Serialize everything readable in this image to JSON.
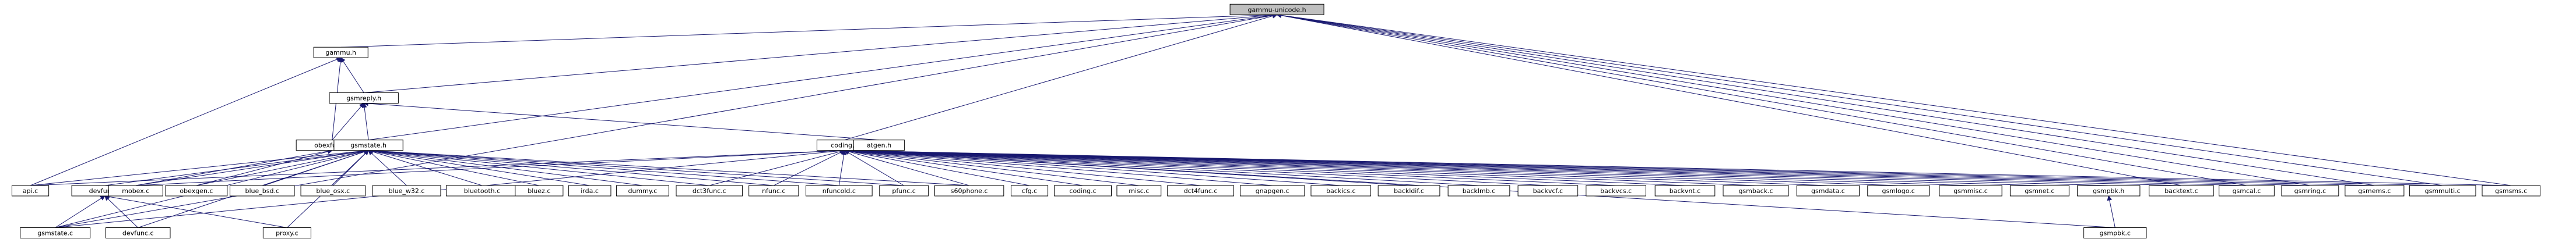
{
  "colors": {
    "node_fill": "#ffffff",
    "node_border": "#000000",
    "root_fill": "#bfbfbf",
    "highlight_border": "#ff0000",
    "edge": "#191970"
  },
  "root": "gammu-unicode.h",
  "nodes": [
    {
      "id": "root",
      "label": "gammu-unicode.h"
    },
    {
      "id": "gammu",
      "label": "gammu.h"
    },
    {
      "id": "gsmreply",
      "label": "gsmreply.h"
    },
    {
      "id": "obexfunc",
      "label": "obexfunc.h"
    },
    {
      "id": "gsmstate_h",
      "label": "gsmstate.h",
      "highlight": true
    },
    {
      "id": "coding",
      "label": "coding.h"
    },
    {
      "id": "atgen",
      "label": "atgen.h"
    },
    {
      "id": "api",
      "label": "api.c"
    },
    {
      "id": "devfunc_h",
      "label": "devfunc.h"
    },
    {
      "id": "mobex",
      "label": "mobex.c"
    },
    {
      "id": "obexgen",
      "label": "obexgen.c"
    },
    {
      "id": "blue_bsd",
      "label": "blue_bsd.c"
    },
    {
      "id": "blue_osx",
      "label": "blue_osx.c"
    },
    {
      "id": "blue_w32",
      "label": "blue_w32.c"
    },
    {
      "id": "bluetooth",
      "label": "bluetooth.c"
    },
    {
      "id": "bluez",
      "label": "bluez.c"
    },
    {
      "id": "irda",
      "label": "irda.c"
    },
    {
      "id": "dummy",
      "label": "dummy.c"
    },
    {
      "id": "dct3func",
      "label": "dct3func.c"
    },
    {
      "id": "nfunc",
      "label": "nfunc.c"
    },
    {
      "id": "nfuncold",
      "label": "nfuncold.c"
    },
    {
      "id": "pfunc",
      "label": "pfunc.c"
    },
    {
      "id": "s60phone",
      "label": "s60phone.c"
    },
    {
      "id": "cfg",
      "label": "cfg.c"
    },
    {
      "id": "coding_c",
      "label": "coding.c"
    },
    {
      "id": "misc",
      "label": "misc.c"
    },
    {
      "id": "dct4func",
      "label": "dct4func.c"
    },
    {
      "id": "gnapgen",
      "label": "gnapgen.c"
    },
    {
      "id": "backics",
      "label": "backics.c"
    },
    {
      "id": "backldif",
      "label": "backldif.c"
    },
    {
      "id": "backlmb",
      "label": "backlmb.c"
    },
    {
      "id": "backvcf",
      "label": "backvcf.c"
    },
    {
      "id": "backvcs",
      "label": "backvcs.c"
    },
    {
      "id": "backvnt",
      "label": "backvnt.c"
    },
    {
      "id": "gsmback",
      "label": "gsmback.c"
    },
    {
      "id": "gsmdata",
      "label": "gsmdata.c"
    },
    {
      "id": "gsmlogo",
      "label": "gsmlogo.c"
    },
    {
      "id": "gsmmisc",
      "label": "gsmmisc.c"
    },
    {
      "id": "gsmnet",
      "label": "gsmnet.c"
    },
    {
      "id": "gsmpbk_h",
      "label": "gsmpbk.h"
    },
    {
      "id": "backtext",
      "label": "backtext.c"
    },
    {
      "id": "gsmcal",
      "label": "gsmcal.c"
    },
    {
      "id": "gsmring",
      "label": "gsmring.c"
    },
    {
      "id": "gsmems",
      "label": "gsmems.c"
    },
    {
      "id": "gsmmulti",
      "label": "gsmmulti.c"
    },
    {
      "id": "gsmsms",
      "label": "gsmsms.c"
    },
    {
      "id": "gsmstate_c",
      "label": "gsmstate.c"
    },
    {
      "id": "devfunc_c",
      "label": "devfunc.c"
    },
    {
      "id": "proxy",
      "label": "proxy.c"
    },
    {
      "id": "gsmpbk_c",
      "label": "gsmpbk.c"
    }
  ]
}
